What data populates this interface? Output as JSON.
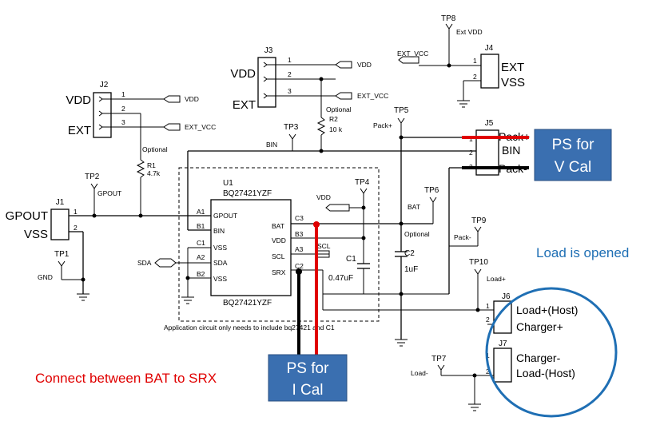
{
  "connectors": {
    "j1": {
      "ref": "J1",
      "labels": [
        "GPOUT",
        "VSS"
      ],
      "pins": [
        "1",
        "2"
      ]
    },
    "j2": {
      "ref": "J2",
      "labels": [
        "VDD",
        "EXT"
      ],
      "pins": [
        "1",
        "2",
        "3"
      ],
      "nets": [
        "VDD",
        "EXT_VCC"
      ]
    },
    "j3": {
      "ref": "J3",
      "labels": [
        "VDD",
        "EXT"
      ],
      "pins": [
        "1",
        "2",
        "3"
      ],
      "nets": [
        "VDD",
        "EXT_VCC"
      ]
    },
    "j4": {
      "ref": "J4",
      "labels": [
        "EXT",
        "VSS"
      ],
      "pins": [
        "1",
        "2"
      ],
      "net": "EXT_VCC"
    },
    "j5": {
      "ref": "J5",
      "labels": [
        "Pack+",
        "BIN",
        "Pack-"
      ],
      "pins": [
        "1",
        "2",
        "3"
      ]
    },
    "j6": {
      "ref": "J6",
      "labels": [
        "Load+(Host)",
        "Charger+"
      ],
      "pins": [
        "1",
        "2"
      ]
    },
    "j7": {
      "ref": "J7",
      "labels": [
        "Charger-",
        "Load-(Host)"
      ],
      "pins": [
        "1",
        "2"
      ]
    }
  },
  "test_points": {
    "tp1": {
      "ref": "TP1",
      "net": "GND"
    },
    "tp2": {
      "ref": "TP2",
      "net": "GPOUT"
    },
    "tp3": {
      "ref": "TP3",
      "net": "BIN"
    },
    "tp4": {
      "ref": "TP4"
    },
    "tp5": {
      "ref": "TP5",
      "net": "Pack+"
    },
    "tp6": {
      "ref": "TP6",
      "net": "BAT"
    },
    "tp7": {
      "ref": "TP7",
      "net": "Load-"
    },
    "tp8": {
      "ref": "TP8",
      "net": "Ext VDD"
    },
    "tp9": {
      "ref": "TP9",
      "net": "Pack-"
    },
    "tp10": {
      "ref": "TP10",
      "net": "Load+"
    }
  },
  "ic": {
    "ref": "U1",
    "part_top": "BQ27421YZF",
    "part_bottom": "BQ27421YZF",
    "left_pins": [
      {
        "num": "A1",
        "name": "GPOUT"
      },
      {
        "num": "B1",
        "name": "BIN"
      },
      {
        "num": "C1",
        "name": "VSS"
      },
      {
        "num": "A2",
        "name": "SDA"
      },
      {
        "num": "B2",
        "name": "VSS"
      }
    ],
    "right_pins": [
      {
        "num": "C3",
        "name": "BAT"
      },
      {
        "num": "B3",
        "name": "VDD"
      },
      {
        "num": "A3",
        "name": "SCL"
      },
      {
        "num": "C2",
        "name": "SRX"
      }
    ]
  },
  "components": {
    "r1": {
      "ref": "R1",
      "value": "4.7k",
      "note": "Optional"
    },
    "r2": {
      "ref": "R2",
      "value": "10 k",
      "note": "Optional"
    },
    "c1": {
      "ref": "C1",
      "value": "0.47uF"
    },
    "c2": {
      "ref": "C2",
      "value": "1uF",
      "note": "Optional"
    }
  },
  "nets": {
    "vdd": "VDD",
    "sda": "SDA",
    "scl": "SCL",
    "bat": "BAT",
    "ext_vcc": "EXT_VCC"
  },
  "note": "Application circuit only needs to include bq27421 and C1",
  "callouts": {
    "ps_v_cal": [
      "PS for",
      "V Cal"
    ],
    "ps_i_cal": [
      "PS for",
      "I Cal"
    ],
    "load_opened": "Load is opened",
    "connect_note": "Connect between BAT to SRX"
  },
  "colors": {
    "callout_box": "#3a6fb0",
    "load_text": "#1f6fb4",
    "red_wire": "#e00000"
  }
}
